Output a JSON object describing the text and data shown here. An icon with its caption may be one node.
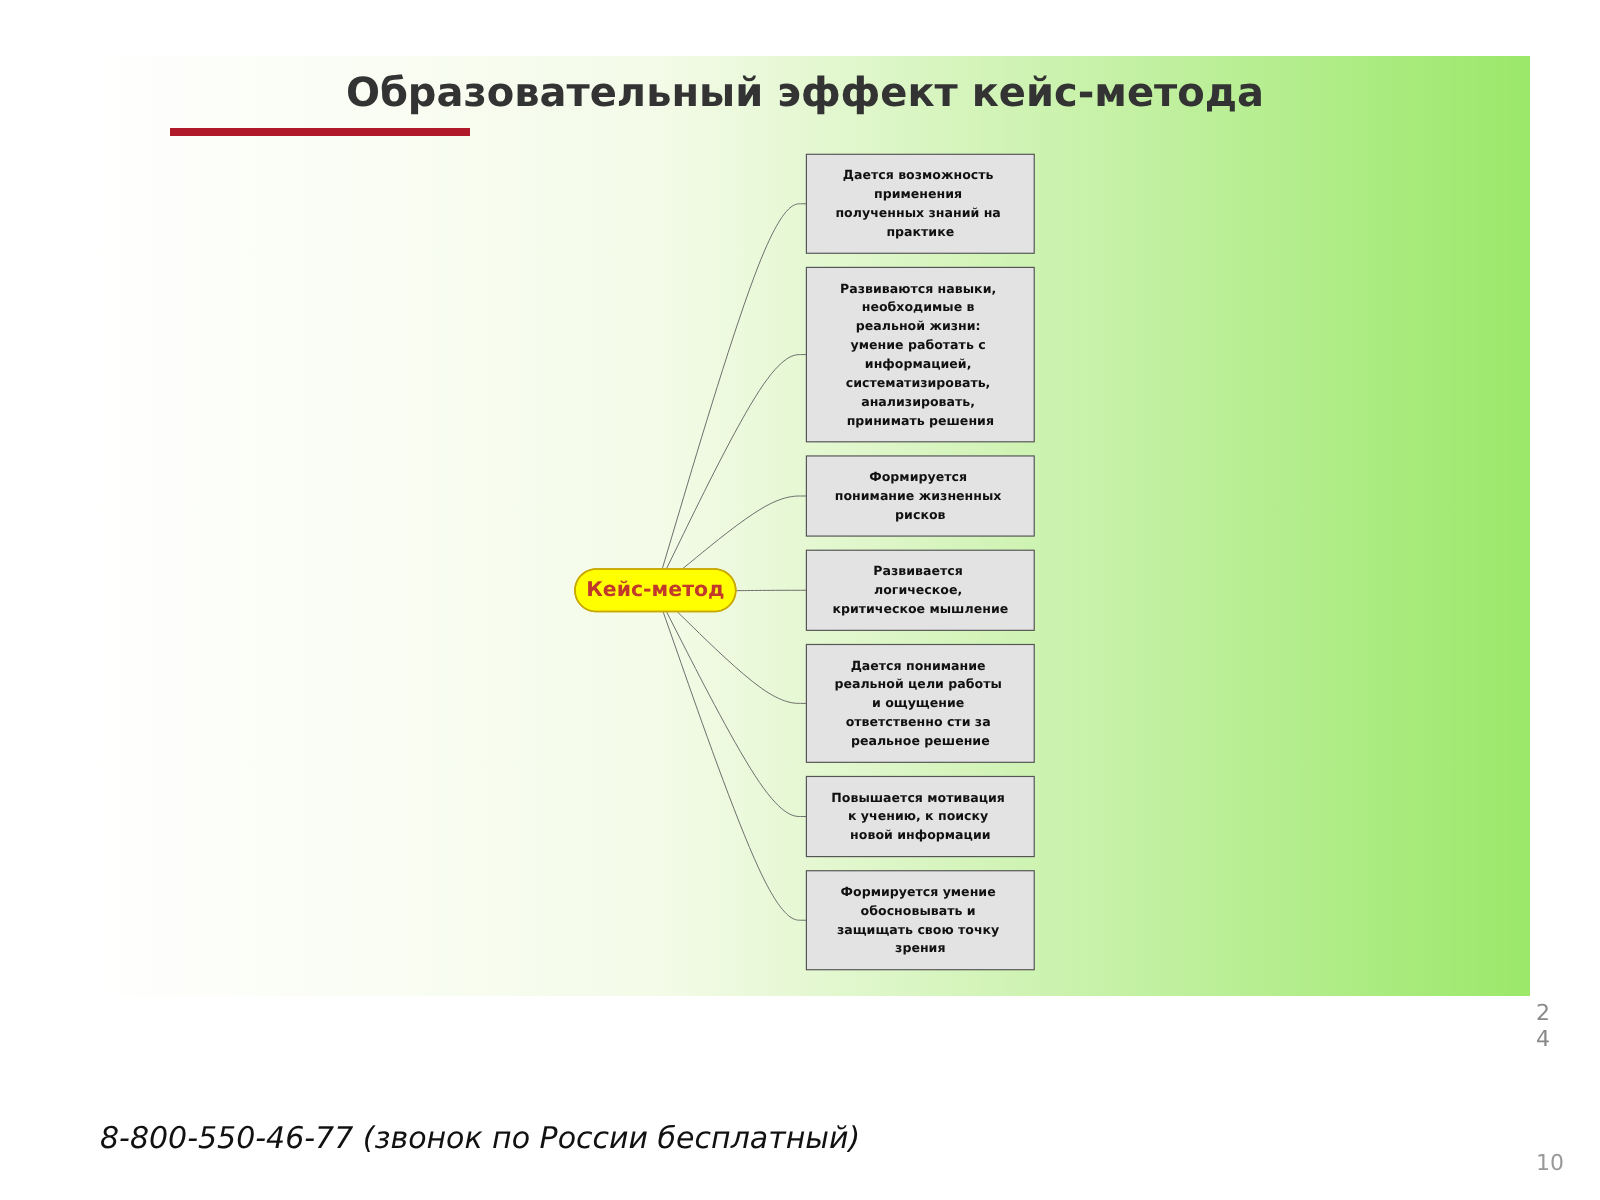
{
  "diagram": {
    "title": "Образовательный эффект кейс-метода",
    "nodes": [
      {
        "text": [
          "Дается возможность применения полученных знаний на практике"
        ]
      },
      {
        "text": [
          "Развиваются навыки, необходимые в реальной жизни: умение работать с информацией, систематизировать, анализировать, принимать решения"
        ]
      },
      {
        "text": [
          "Формируется понимание жизненных рисков"
        ]
      },
      {
        "text": [
          "Кейс-метод"
        ]
      },
      {
        "text": [
          "Развивается логическое, критическое мышление"
        ]
      },
      {
        "text": [
          "Дается понимание реальной цели работы и ощущение ответственно сти за реальное решение"
        ]
      },
      {
        "text": [
          "Повышается мотивация к учению, к поиску новой информации"
        ]
      },
      {
        "text": [
          "Формируется умение обосновывать и защищать свою точку зрения"
        ]
      }
    ],
    "edges": [
      {
        "from": 3,
        "to": 0,
        "arrow": "none"
      },
      {
        "from": 3,
        "to": 1,
        "arrow": "none"
      },
      {
        "from": 3,
        "to": 2,
        "arrow": "none"
      },
      {
        "from": 3,
        "to": 4,
        "arrow": "none"
      },
      {
        "from": 3,
        "to": 5,
        "arrow": "none"
      },
      {
        "from": 3,
        "to": 6,
        "arrow": "none"
      },
      {
        "from": 3,
        "to": 7,
        "arrow": "none"
      }
    ],
    "labels": [
      "2 4",
      "8-800-550-46-77 (звонок по России бесплатный)",
      "10"
    ]
  }
}
